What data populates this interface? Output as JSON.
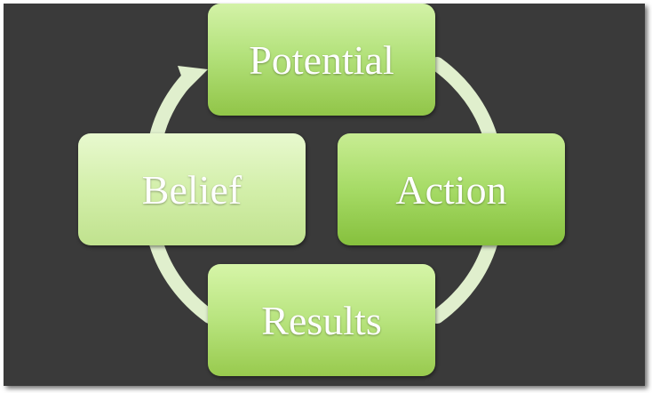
{
  "cycle": {
    "nodes": {
      "potential": "Potential",
      "action": "Action",
      "results": "Results",
      "belief": "Belief"
    },
    "colors": {
      "background": "#3a3a3a",
      "ring": "#e2f0d0",
      "node_light": "#d3f2a7",
      "node_dark": "#91c548"
    }
  }
}
